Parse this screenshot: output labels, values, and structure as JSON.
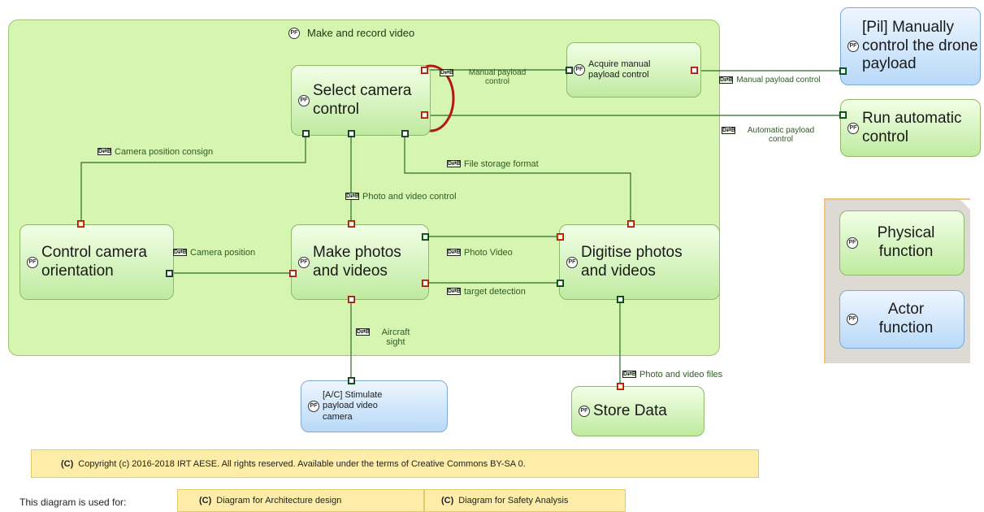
{
  "container": {
    "title": "Make and record video"
  },
  "functions": {
    "select_camera_control": "Select camera control",
    "acquire_manual_payload_control": "Acquire manual payload control",
    "manually_control_drone_payload": "[Pil] Manually control the drone payload",
    "run_automatic_control": "Run automatic control",
    "control_camera_orientation": "Control camera orientation",
    "make_photos_and_videos": "Make photos and videos",
    "digitise_photos_and_videos": "Digitise photos and videos",
    "stimulate_payload_video_camera": "[A/C] Stimulate payload video camera",
    "store_data": "Store Data"
  },
  "exchanges": {
    "manual_payload_control_inner": "Manual payload control",
    "manual_payload_control_outer": "Manual payload control",
    "automatic_payload_control": "Automatic payload control",
    "camera_position_consign": "Camera position consign",
    "file_storage_format": "File storage format",
    "photo_and_video_control": "Photo and video control",
    "camera_position": "Camera position",
    "photo_video": "Photo Video",
    "target_detection": "target detection",
    "aircraft_sight": "Aircraft sight",
    "photo_and_video_files": "Photo and video files"
  },
  "legend": {
    "physical_function": "Physical function",
    "actor_function": "Actor function"
  },
  "copyright": "Copyright (c) 2016-2018 IRT AESE. All rights reserved. Available under the terms of Creative Commons BY-SA 0.",
  "used_for": {
    "label": "This diagram is used for:",
    "items": [
      "Diagram for Architecture design",
      "Diagram for Safety Analysis"
    ]
  },
  "marks": {
    "copyright_mark": "(C)",
    "function_icon": "PF",
    "exchange_icon": "D⇄B"
  },
  "colors": {
    "physical_function": "#d9f5bf",
    "actor_function": "#cfe6fb",
    "input_port": "#e2431c",
    "output_port": "#1f6b2d",
    "highlight_ellipse": "#b01818",
    "wire": "#2e6b2a",
    "note": "#fdeda8"
  }
}
